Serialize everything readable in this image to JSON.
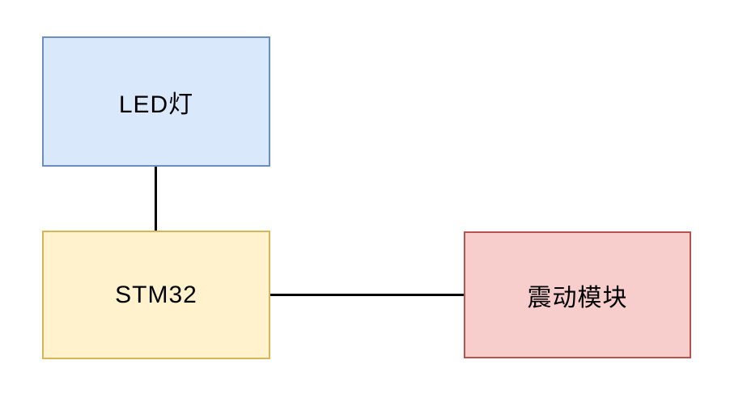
{
  "diagram": {
    "background_color": "#ffffff",
    "edge_color": "#000000",
    "nodes": [
      {
        "id": "led-light",
        "label": "LED灯",
        "fill": "#dae8fc",
        "border": "#6c8ebf",
        "text_color": "#000000"
      },
      {
        "id": "stm32",
        "label": "STM32",
        "fill": "#fff2cc",
        "border": "#d6b656",
        "text_color": "#000000"
      },
      {
        "id": "vibration-module",
        "label": "震动模块",
        "fill": "#f8cecc",
        "border": "#b85450",
        "text_color": "#000000"
      }
    ],
    "edges": [
      {
        "from": "led-light",
        "to": "stm32",
        "orientation": "vertical"
      },
      {
        "from": "stm32",
        "to": "vibration-module",
        "orientation": "horizontal"
      }
    ]
  }
}
